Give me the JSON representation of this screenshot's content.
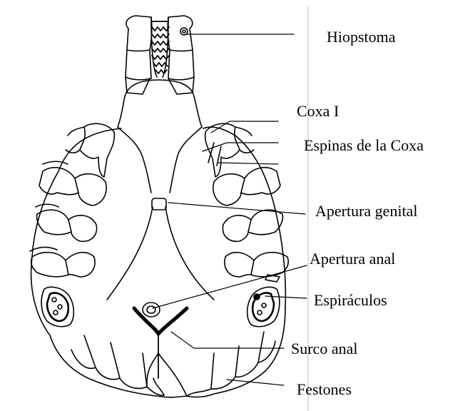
{
  "labels": {
    "hiopstoma": "Hiopstoma",
    "coxa_i": "Coxa I",
    "espinas_coxa": "Espinas de la Coxa",
    "apertura_genital": "Apertura genital",
    "apertura_anal": "Apertura anal",
    "espiraculos": "Espiráculos",
    "surco_anal": "Surco anal",
    "festones": "Festones"
  }
}
